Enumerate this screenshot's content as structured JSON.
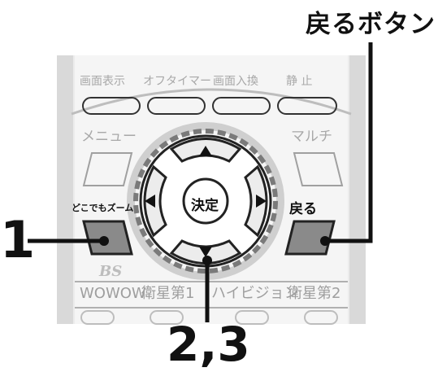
{
  "callouts": {
    "back_button": "戻るボタン",
    "step_left": "1",
    "step_bottom": "2,3"
  },
  "remote": {
    "top_row": [
      "画面表示",
      "オフタイマー",
      "画面入換",
      "静 止"
    ],
    "menu_label": "メニュー",
    "multi_label": "マルチ",
    "left_button_label": "どこでもズーム",
    "right_button_label": "戻る",
    "center_button_label": "決定",
    "bs_label": "BS",
    "bottom_row": [
      "WOWOW",
      "衛星第1",
      "ハイビジョン",
      "衛星第2"
    ]
  },
  "colors": {
    "body": "#e6e6e6",
    "highlight_ring": "#cfcfcf",
    "dark": "#111111",
    "faint_text": "#a8a8a8",
    "button_fill": "#8a8a8a"
  },
  "icons": [
    "arrow-up-icon",
    "arrow-down-icon",
    "arrow-left-icon",
    "arrow-right-icon"
  ]
}
